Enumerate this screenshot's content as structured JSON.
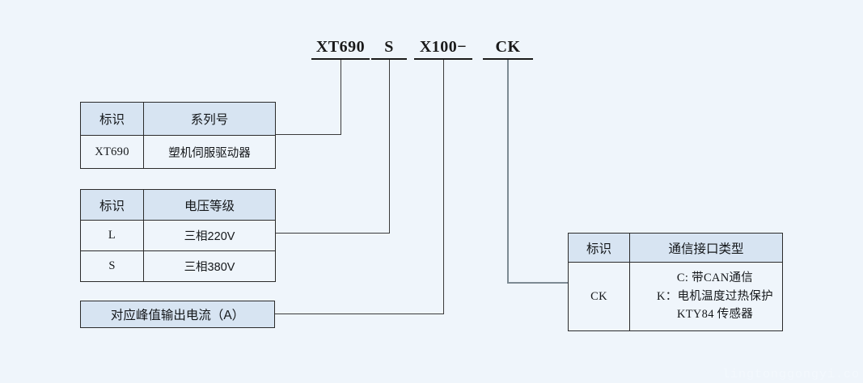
{
  "page": {
    "background_color": "#eff5fb",
    "header_fill_color": "#d7e4f2",
    "border_color": "#2b2b2b",
    "watermark": "lingtonggongyi.co"
  },
  "model_code": {
    "segments": [
      {
        "text": "XT690",
        "name": "series-code"
      },
      {
        "text": "S",
        "name": "voltage-code"
      },
      {
        "text": "X100−",
        "name": "current-code"
      },
      {
        "text": "CK",
        "name": "comm-code"
      }
    ]
  },
  "series_table": {
    "headers": [
      "标识",
      "系列号"
    ],
    "rows": [
      {
        "code": "XT690",
        "desc": "塑机伺服驱动器"
      }
    ]
  },
  "voltage_table": {
    "headers": [
      "标识",
      "电压等级"
    ],
    "rows": [
      {
        "code": "L",
        "desc": "三相220V"
      },
      {
        "code": "S",
        "desc": "三相380V"
      }
    ]
  },
  "current_box": {
    "label": "对应峰值输出电流（A）"
  },
  "comm_table": {
    "headers": [
      "标识",
      "通信接口类型"
    ],
    "rows": [
      {
        "code": "CK",
        "desc_lines": [
          "C: 带CAN通信",
          "K：电机温度过热保护",
          "KTY84 传感器"
        ]
      }
    ]
  }
}
